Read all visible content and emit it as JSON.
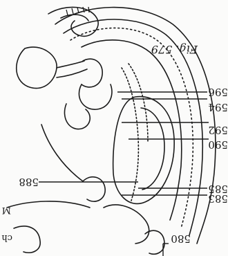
{
  "figure": {
    "caption": "Fig. 579",
    "orientation_note": "image rotated 180 degrees",
    "labels": {
      "l596": "596",
      "l594": "594",
      "l592": "592",
      "l590": "590",
      "l588": "588",
      "l585": "585",
      "l583": "583",
      "l580": "580",
      "lM": "M",
      "lch": "ch"
    }
  },
  "colors": {
    "ink": "#1a1a1a",
    "paper": "#fbfbfa"
  }
}
